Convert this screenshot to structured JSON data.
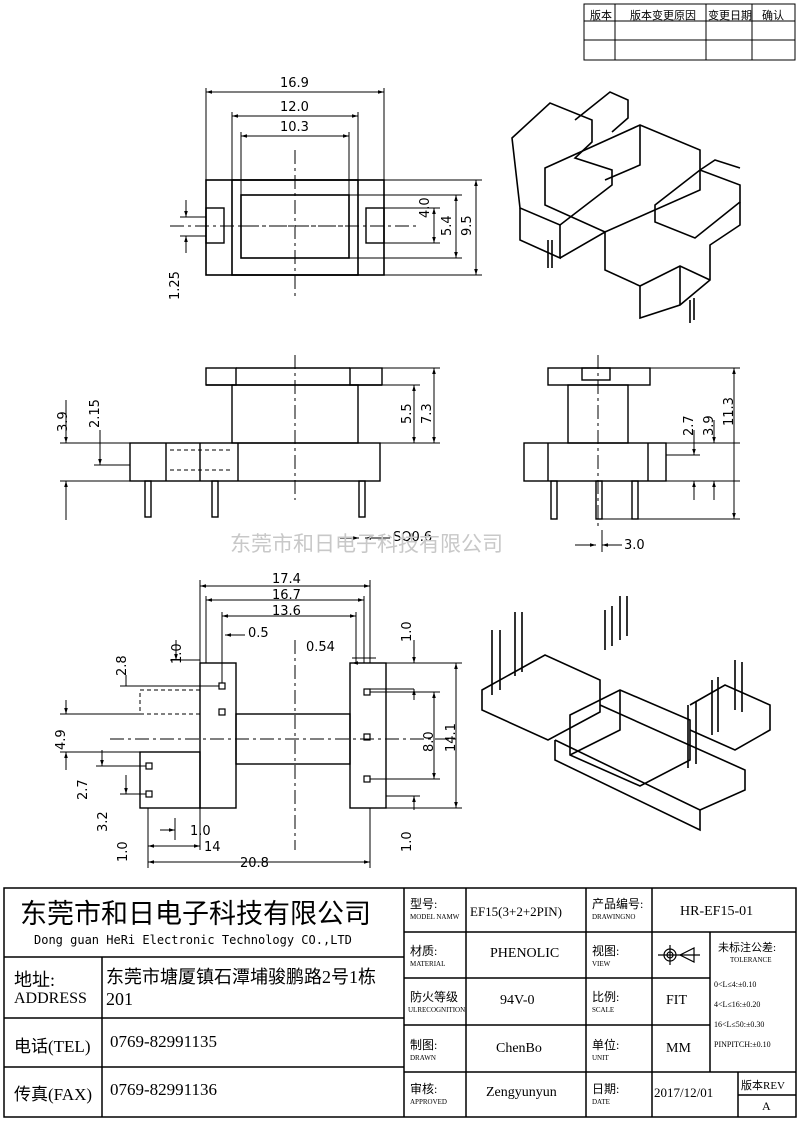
{
  "revision_table": {
    "headers": [
      "版本",
      "版本变更原因",
      "变更日期",
      "确认"
    ]
  },
  "drawing": {
    "top_view": {
      "dims": [
        "16.9",
        "12.0",
        "10.3",
        "4.0",
        "5.4",
        "9.5",
        "1.25"
      ]
    },
    "side_view": {
      "dims": [
        "3.9",
        "2.15",
        "5.5",
        "7.3",
        "SQ0.6"
      ]
    },
    "end_view": {
      "dims": [
        "2.7",
        "3.9",
        "11.3",
        "3.0"
      ]
    },
    "bottom_view": {
      "dims": [
        "17.4",
        "16.7",
        "13.6",
        "1.0",
        "0.5",
        "2.8",
        "0.54",
        "1.0",
        "4.9",
        "8.0",
        "14.1",
        "2.7",
        "3.2",
        "1.0",
        "1.0",
        "14",
        "20.8",
        "1.0"
      ]
    }
  },
  "watermark": "东莞市和日电子科技有限公司",
  "title_block": {
    "company_cn": "东莞市和日电子科技有限公司",
    "company_en": "Dong guan HeRi Electronic Technology CO.,LTD",
    "address_label_cn": "地址:",
    "address_label_en": "ADDRESS",
    "address_value": "东莞市塘厦镇石潭埔骏鹏路2号1栋201",
    "tel_label": "电话(TEL)",
    "tel_value": "0769-82991135",
    "fax_label": "传真(FAX)",
    "fax_value": "0769-82991136",
    "model_label_cn": "型号:",
    "model_label_en": "MODEL NAMW",
    "model_value": "EF15(3+2+2PIN)",
    "product_no_label_cn": "产品编号:",
    "product_no_label_en": "DRAWINGNO",
    "product_no_value": "HR-EF15-01",
    "material_label_cn": "材质:",
    "material_label_en": "MATERIAL",
    "material_value": "PHENOLIC",
    "view_label_cn": "视图:",
    "view_label_en": "VIEW",
    "tolerance_title_cn": "未标注公差:",
    "tolerance_title_en": "TOLERANCE",
    "tolerances": [
      "0<L≤4:±0.10",
      "4<L≤16:±0.20",
      "16<L≤50:±0.30",
      "PINPITCH:±0.10"
    ],
    "fire_label_cn": "防火等级",
    "fire_label_en": "ULRECOGNITION",
    "fire_value": "94V-0",
    "scale_label_cn": "比例:",
    "scale_label_en": "SCALE",
    "scale_value": "FIT",
    "drawn_label_cn": "制图:",
    "drawn_label_en": "DRAWN",
    "drawn_value": "ChenBo",
    "unit_label_cn": "单位:",
    "unit_label_en": "UNIT",
    "unit_value": "MM",
    "approved_label_cn": "审核:",
    "approved_label_en": "APPROVED",
    "approved_value": "Zengyunyun",
    "date_label_cn": "日期:",
    "date_label_en": "DATE",
    "date_value": "2017/12/01",
    "rev_label": "版本REV",
    "rev_value": "A"
  }
}
